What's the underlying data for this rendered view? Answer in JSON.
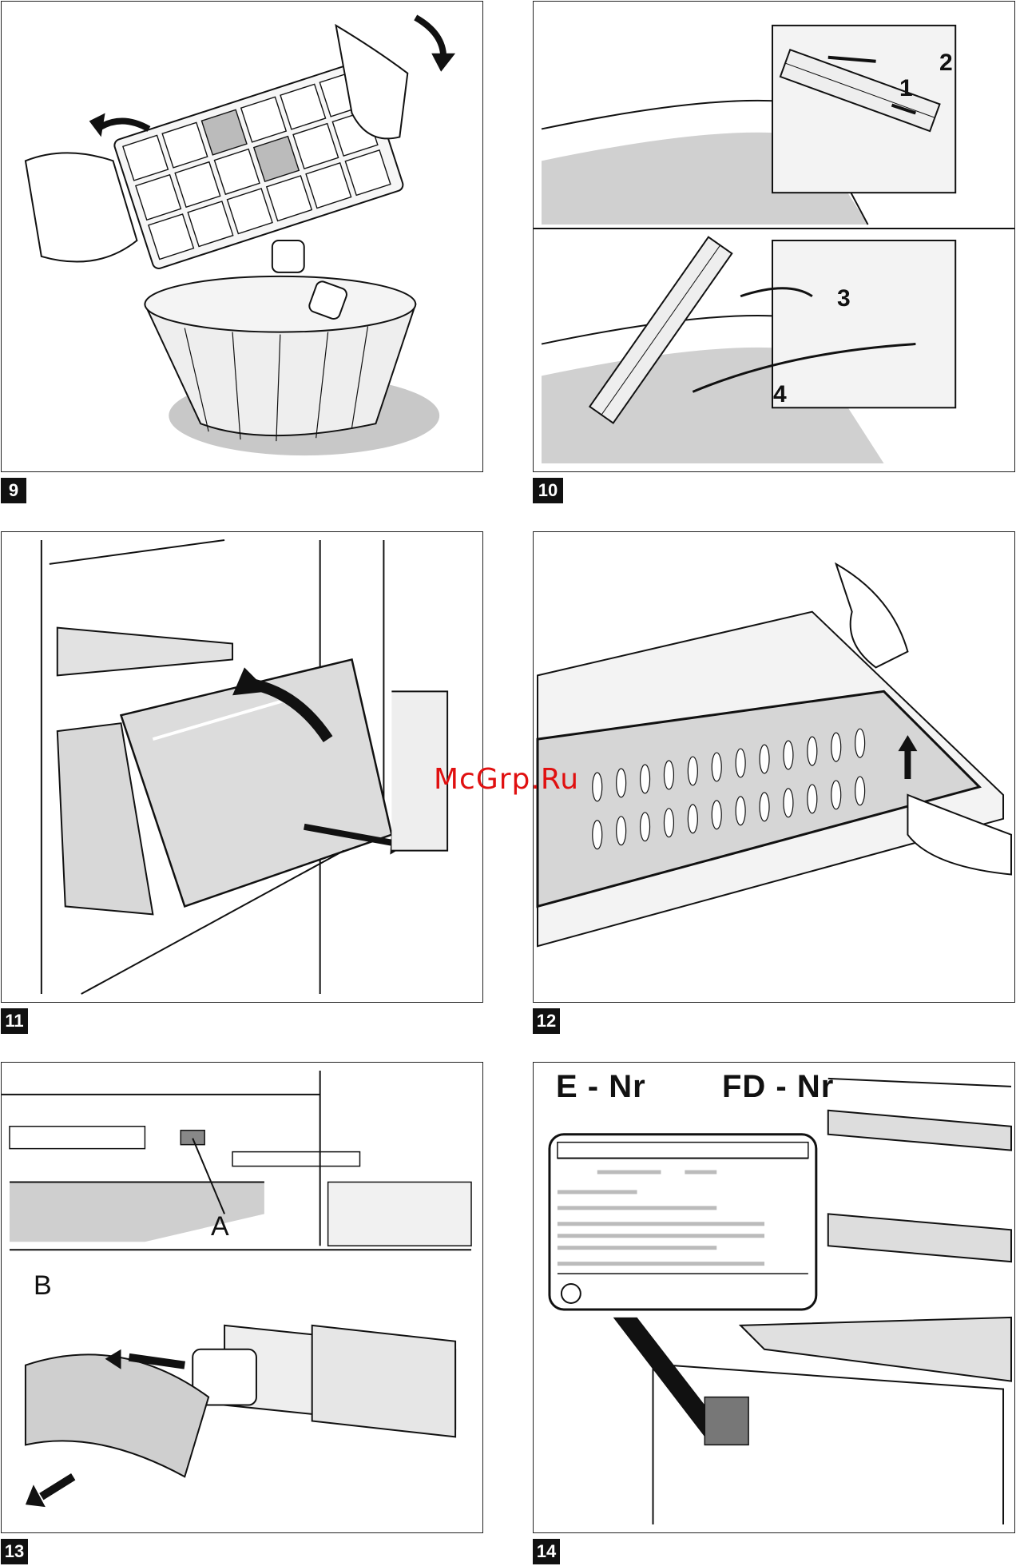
{
  "figures": [
    {
      "number": "9"
    },
    {
      "number": "10",
      "callouts": [
        "1",
        "2",
        "3",
        "4"
      ]
    },
    {
      "number": "11"
    },
    {
      "number": "12"
    },
    {
      "number": "13",
      "callouts": [
        "A",
        "B"
      ]
    },
    {
      "number": "14",
      "callouts": [
        "E - Nr",
        "FD - Nr"
      ]
    }
  ],
  "watermark": "McGrp.Ru"
}
